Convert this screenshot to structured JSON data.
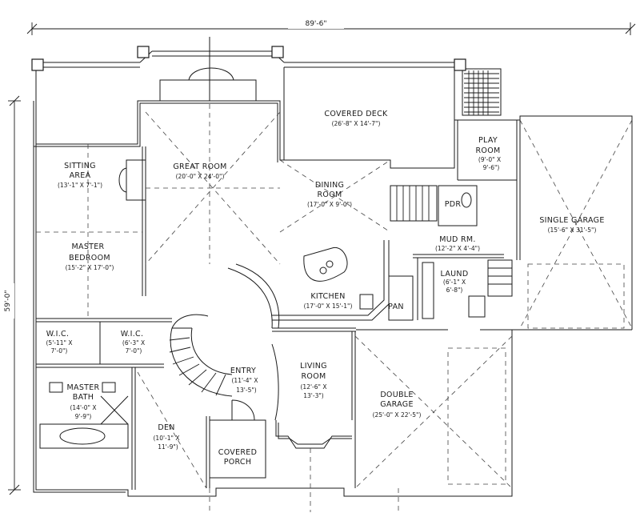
{
  "plan": {
    "overall_width": "89'-6\"",
    "overall_depth": "59'-0\"",
    "rooms": [
      {
        "key": "covered_deck",
        "name": "COVERED DECK",
        "dims": "(26'-8\" X 14'-7\")"
      },
      {
        "key": "play_room",
        "name": "PLAY",
        "name2": "ROOM",
        "dims": "(9'-0\" X",
        "dims2": "9'-6\")"
      },
      {
        "key": "sitting_area",
        "name": "SITTING",
        "name2": "AREA",
        "dims": "(13'-1\" X 7'-1\")"
      },
      {
        "key": "great_room",
        "name": "GREAT ROOM",
        "dims": "(20'-0\" X 24'-0\")"
      },
      {
        "key": "dining_room",
        "name": "DINING",
        "name2": "ROOM",
        "dims": "(17'-0\" X 9'-0\")"
      },
      {
        "key": "pdr",
        "name": "PDR"
      },
      {
        "key": "single_garage",
        "name": "SINGLE GARAGE",
        "dims": "(15'-6\" X 31'-5\")"
      },
      {
        "key": "mud_rm",
        "name": "MUD RM.",
        "dims": "(12'-2\" X 4'-4\")"
      },
      {
        "key": "master_bedroom",
        "name": "MASTER",
        "name2": "BEDROOM",
        "dims": "(15'-2\" X 17'-0\")"
      },
      {
        "key": "laund",
        "name": "LAUND",
        "dims": "(6'-1\" X",
        "dims2": "6'-8\")"
      },
      {
        "key": "kitchen",
        "name": "KITCHEN",
        "dims": "(17'-0\" X 15'-1\")"
      },
      {
        "key": "pan",
        "name": "PAN"
      },
      {
        "key": "wic1",
        "name": "W.I.C.",
        "dims": "(5'-11\" X",
        "dims2": "7'-0\")"
      },
      {
        "key": "wic2",
        "name": "W.I.C.",
        "dims": "(6'-3\" X",
        "dims2": "7'-0\")"
      },
      {
        "key": "entry",
        "name": "ENTRY",
        "dims": "(11'-4\" X",
        "dims2": "13'-5\")"
      },
      {
        "key": "living_room",
        "name": "LIVING",
        "name2": "ROOM",
        "dims": "(12'-6\" X",
        "dims2": "13'-3\")"
      },
      {
        "key": "master_bath",
        "name": "MASTER",
        "name2": "BATH",
        "dims": "(14'-0\" X",
        "dims2": "9'-9\")"
      },
      {
        "key": "double_garage",
        "name": "DOUBLE",
        "name2": "GARAGE",
        "dims": "(25'-0\" X 22'-5\")"
      },
      {
        "key": "den",
        "name": "DEN",
        "dims": "(10'-1\" X",
        "dims2": "11'-9\")"
      },
      {
        "key": "covered_porch",
        "name": "COVERED",
        "name2": "PORCH"
      }
    ]
  }
}
